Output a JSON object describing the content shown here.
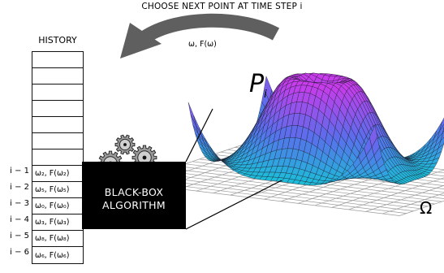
{
  "caption": "CHOOSE NEXT POINT AT TIME STEP i",
  "history": {
    "title": "HISTORY",
    "rows": [
      {
        "label": "i − 1",
        "value": "ω₂, F(ω₂)"
      },
      {
        "label": "i − 2",
        "value": "ω₅, F(ω₅)"
      },
      {
        "label": "i − 3",
        "value": "ω₀, F(ω₀)"
      },
      {
        "label": "i − 4",
        "value": "ω₃, F(ω₃)"
      },
      {
        "label": "i − 5",
        "value": "ω₈, F(ω₈)"
      },
      {
        "label": "i − 6",
        "value": "ω₆, F(ω₆)"
      }
    ]
  },
  "blackbox": {
    "line1": "BLACK-BOX",
    "line2": "ALGORITHM"
  },
  "arrow_label": "ω, F(ω)",
  "surface_label": {
    "symbol": "P",
    "subscript": "i"
  },
  "domain_label": "Ω",
  "colors": {
    "arrow": "#5f5f5f",
    "surface_low": "#0fc8d6",
    "surface_high": "#b43cf0",
    "box": "#000000"
  }
}
